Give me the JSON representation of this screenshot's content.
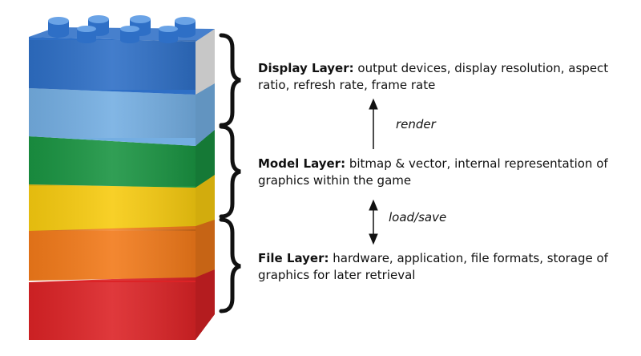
{
  "colors": {
    "blue_dark": "#2e6fc6",
    "blue_light": "#74aee2",
    "green": "#1a9442",
    "yellow": "#f7cb10",
    "orange": "#f27a1a",
    "red": "#dc2326",
    "brace": "#111111"
  },
  "icons": [
    "lego-brick-stack-image",
    "curly-brace-icon",
    "arrow-up-icon",
    "double-arrow-icon"
  ],
  "layers": [
    {
      "title": "Display Layer:",
      "description": " output devices, display resolution, aspect ratio, refresh rate, frame rate"
    },
    {
      "title": "Model Layer:",
      "description": " bitmap & vector, internal representation of graphics within the game"
    },
    {
      "title": "File Layer:",
      "description": " hardware, application, file formats, storage of graphics for later retrieval"
    }
  ],
  "arrows": {
    "render": "render",
    "load_save": "load/save"
  }
}
